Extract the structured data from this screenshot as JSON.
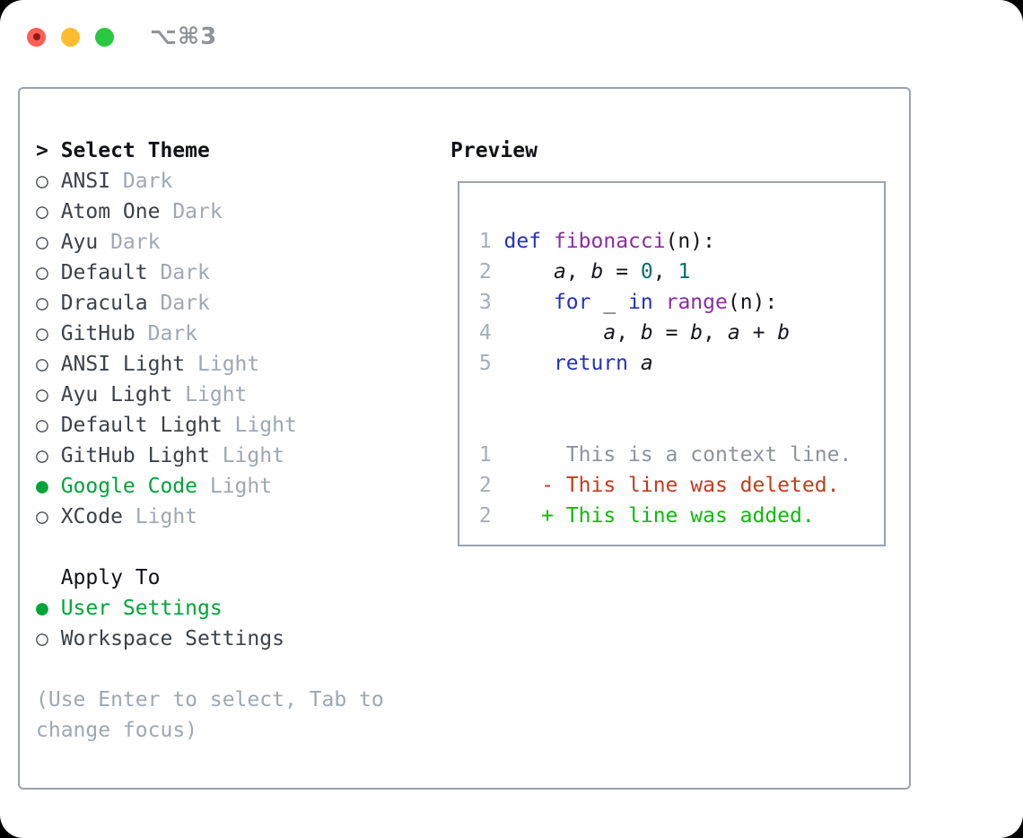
{
  "window": {
    "title": "⌥⌘3"
  },
  "colors": {
    "tl-red": "#ff5f57",
    "tl-red-dot": "#8a1d14",
    "tl-yellow": "#febc2e",
    "tl-green": "#28c840",
    "title-gray": "#909499",
    "border": "#9aa2ac",
    "heading": "#101217",
    "label": "#3b414a",
    "muted": "#9ea7b3",
    "circle": "#474d57",
    "green": "#00a438",
    "num": "#a5adb8",
    "kw": "#2331bd",
    "fn": "#8c2da2",
    "lit": "#0b6b6b",
    "plain": "#15171c",
    "ctx": "#8c939d",
    "del": "#c53a1d",
    "add": "#0abc0b"
  },
  "theme_picker": {
    "header": {
      "prompt": ">",
      "label": "Select Theme"
    },
    "themes": [
      {
        "name": "ANSI",
        "variant": "Dark",
        "selected": false
      },
      {
        "name": "Atom One",
        "variant": "Dark",
        "selected": false
      },
      {
        "name": "Ayu",
        "variant": "Dark",
        "selected": false
      },
      {
        "name": "Default",
        "variant": "Dark",
        "selected": false
      },
      {
        "name": "Dracula",
        "variant": "Dark",
        "selected": false
      },
      {
        "name": "GitHub",
        "variant": "Dark",
        "selected": false
      },
      {
        "name": "ANSI Light",
        "variant": "Light",
        "selected": false
      },
      {
        "name": "Ayu Light",
        "variant": "Light",
        "selected": false
      },
      {
        "name": "Default Light",
        "variant": "Light",
        "selected": false
      },
      {
        "name": "GitHub Light",
        "variant": "Light",
        "selected": false
      },
      {
        "name": "Google Code",
        "variant": "Light",
        "selected": true
      },
      {
        "name": "XCode",
        "variant": "Light",
        "selected": false
      }
    ],
    "apply_to": {
      "label": "Apply To",
      "options": [
        {
          "name": "User Settings",
          "selected": true
        },
        {
          "name": "Workspace Settings",
          "selected": false
        }
      ]
    },
    "help": "(Use Enter to select, Tab to change focus)",
    "marker_unselected": "○",
    "marker_selected": "●"
  },
  "preview": {
    "label": "Preview",
    "code_lines": [
      [
        [
          "num",
          " 1 "
        ],
        [
          "kw",
          "def"
        ],
        [
          "plain",
          " "
        ],
        [
          "fn",
          "fibonacci"
        ],
        [
          "plain",
          "(n):"
        ]
      ],
      [
        [
          "num",
          " 2 "
        ],
        [
          "plain",
          "    "
        ],
        [
          "var",
          "a"
        ],
        [
          "plain",
          ", "
        ],
        [
          "var",
          "b"
        ],
        [
          "plain",
          " = "
        ],
        [
          "lit",
          "0"
        ],
        [
          "plain",
          ", "
        ],
        [
          "lit",
          "1"
        ]
      ],
      [
        [
          "num",
          " 3 "
        ],
        [
          "plain",
          "    "
        ],
        [
          "kw",
          "for"
        ],
        [
          "plain",
          " _ "
        ],
        [
          "kw",
          "in"
        ],
        [
          "plain",
          " "
        ],
        [
          "fn",
          "range"
        ],
        [
          "plain",
          "(n):"
        ]
      ],
      [
        [
          "num",
          " 4 "
        ],
        [
          "plain",
          "        "
        ],
        [
          "var",
          "a"
        ],
        [
          "plain",
          ", "
        ],
        [
          "var",
          "b"
        ],
        [
          "plain",
          " = "
        ],
        [
          "var",
          "b"
        ],
        [
          "plain",
          ", "
        ],
        [
          "var",
          "a"
        ],
        [
          "plain",
          " + "
        ],
        [
          "var",
          "b"
        ]
      ],
      [
        [
          "num",
          " 5 "
        ],
        [
          "plain",
          "    "
        ],
        [
          "kw",
          "return"
        ],
        [
          "plain",
          " "
        ],
        [
          "var",
          "a"
        ]
      ],
      [],
      [],
      [
        [
          "num",
          " 1 "
        ],
        [
          "ctx",
          "     This is a context line."
        ]
      ],
      [
        [
          "num",
          " 2 "
        ],
        [
          "del",
          "   - This line was deleted."
        ]
      ],
      [
        [
          "num",
          " 2 "
        ],
        [
          "add",
          "   + This line was added."
        ]
      ]
    ]
  }
}
